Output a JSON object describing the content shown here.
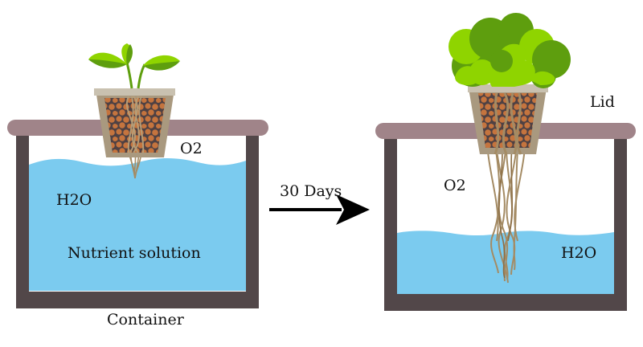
{
  "title": "Hydroponic deep water culture diagram",
  "colors": {
    "water": "#7BCBEF",
    "lid": "#A08489",
    "container": "#524749",
    "pot_rim": "#C9C1B0",
    "pot_body": "#A9997F",
    "pot_inner": "#4F4143",
    "clay_pebble": "#C5743E",
    "root": "#A48B64",
    "leaf_light": "#8FD400",
    "leaf_dark": "#5E9E0E",
    "arrow": "#000000"
  },
  "left_panel": {
    "stage": "seedling",
    "labels": {
      "o2": "O2",
      "h2o": "H2O",
      "nutrient": "Nutrient solution",
      "container": "Container"
    }
  },
  "transition": {
    "label": "30 Days",
    "icon": "arrow-right-icon"
  },
  "right_panel": {
    "stage": "mature lettuce",
    "labels": {
      "lid": "Lid",
      "o2": "O2",
      "h2o": "H2O"
    }
  }
}
